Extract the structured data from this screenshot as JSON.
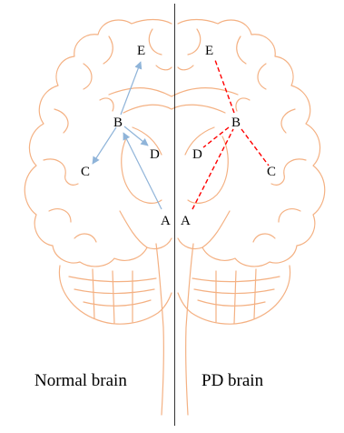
{
  "colors": {
    "brain_outline": "#f4b183",
    "normal_arrow": "#8fb4d9",
    "pd_path": "#ff0000",
    "midline": "#000000",
    "text": "#000000"
  },
  "left_panel": {
    "caption": "Normal brain",
    "nodes": {
      "A": "A",
      "B": "B",
      "C": "C",
      "D": "D",
      "E": "E"
    },
    "connections": [
      {
        "from": "A",
        "to": "B",
        "style": "arrow"
      },
      {
        "from": "B",
        "to": "E",
        "style": "arrow"
      },
      {
        "from": "B",
        "to": "C",
        "style": "arrow"
      },
      {
        "from": "B",
        "to": "D",
        "style": "arrow"
      }
    ]
  },
  "right_panel": {
    "caption": "PD brain",
    "nodes": {
      "A": "A",
      "B": "B",
      "C": "C",
      "D": "D",
      "E": "E"
    },
    "connections": [
      {
        "from": "A",
        "to": "B",
        "style": "dashed"
      },
      {
        "from": "B",
        "to": "E",
        "style": "dashed"
      },
      {
        "from": "B",
        "to": "C",
        "style": "dashed"
      },
      {
        "from": "B",
        "to": "D",
        "style": "dashed"
      }
    ]
  }
}
